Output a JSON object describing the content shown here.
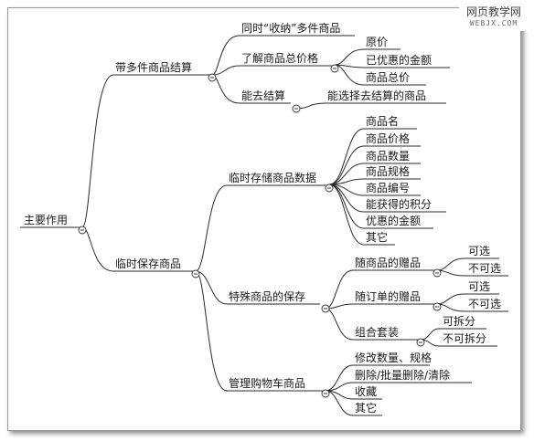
{
  "watermark": {
    "main": "网页教学网",
    "sub": "WEBJX.COM"
  },
  "colors": {
    "line": "#2a2a2a",
    "text": "#1a1a1a",
    "frame": "#9a9a9a"
  },
  "root": {
    "label": "主要作用"
  },
  "branches": {
    "b1": {
      "label": "带多件商品结算",
      "items": {
        "multi": {
          "label": "同时“收纳”多件商品"
        },
        "price": {
          "label": "了解商品总价格",
          "children": [
            "原价",
            "已优惠的金额",
            "商品总价"
          ]
        },
        "settle": {
          "label": "能去结算",
          "children": [
            "能选择去结算的商品"
          ]
        }
      }
    },
    "b2": {
      "label": "临时保存商品",
      "items": {
        "store": {
          "label": "临时存储商品数据",
          "children": [
            "商品名",
            "商品价格",
            "商品数量",
            "商品规格",
            "商品编号",
            "能获得的积分",
            "优惠的金额",
            "其它"
          ]
        },
        "special": {
          "label": "特殊商品的保存",
          "groups": {
            "g1": {
              "label": "随商品的赠品",
              "children": [
                "可选",
                "不可选"
              ]
            },
            "g2": {
              "label": "随订单的赠品",
              "children": [
                "可选",
                "不可选"
              ]
            },
            "g3": {
              "label": "组合套装",
              "children": [
                "可拆分",
                "不可拆分"
              ]
            }
          }
        },
        "manage": {
          "label": "管理购物车商品",
          "children": [
            "修改数量、规格",
            "删除/批量删除/清除",
            "收藏",
            "其它"
          ]
        }
      }
    }
  }
}
